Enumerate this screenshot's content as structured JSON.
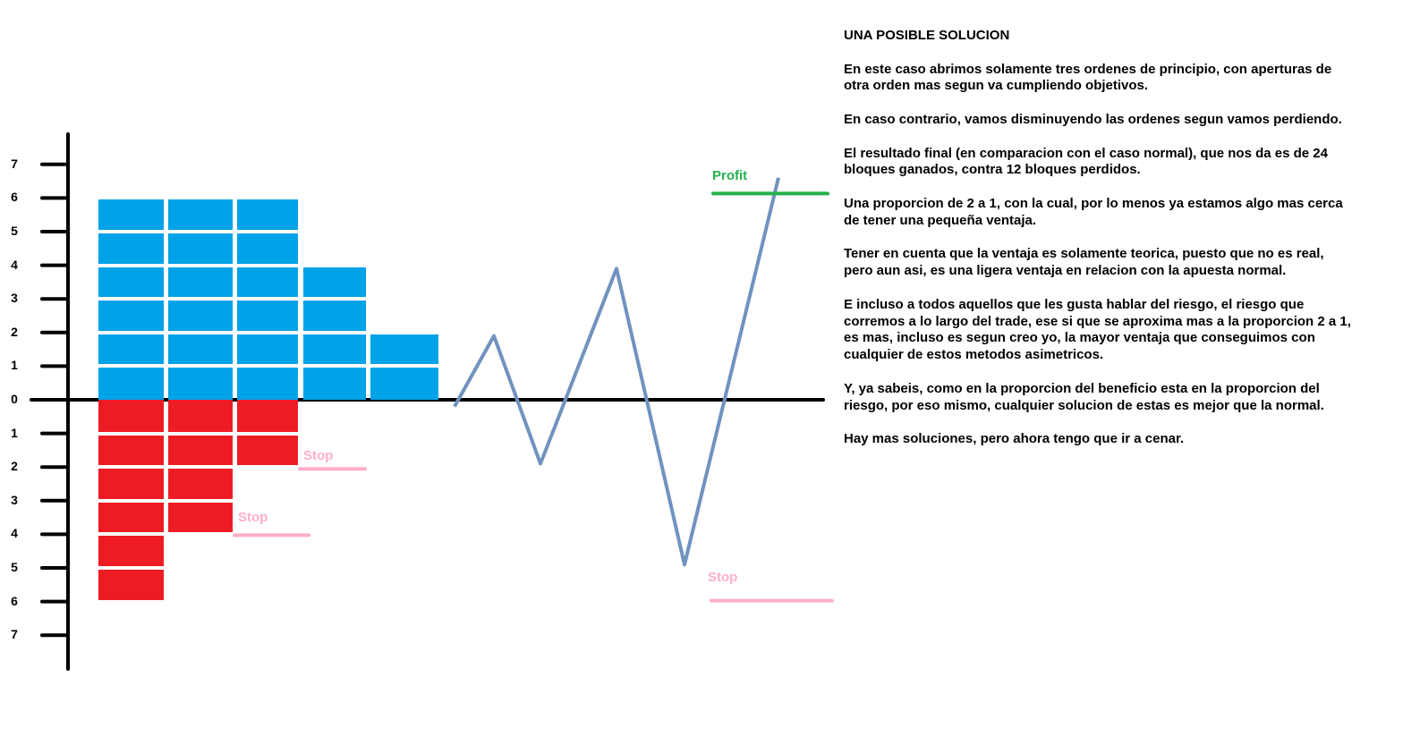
{
  "diagram": {
    "y_axis_labels_up": [
      "0",
      "1",
      "2",
      "3",
      "4",
      "5",
      "6",
      "7"
    ],
    "y_axis_labels_down": [
      "1",
      "2",
      "3",
      "4",
      "5",
      "6",
      "7"
    ],
    "columns": [
      {
        "blue_blocks": 6,
        "red_blocks": 6,
        "arrow_level": 0
      },
      {
        "blue_blocks": 6,
        "red_blocks": 4,
        "arrow_level": 0
      },
      {
        "blue_blocks": 6,
        "red_blocks": 2,
        "arrow_level": 0
      },
      {
        "blue_blocks": 4,
        "red_blocks": 0,
        "arrow_level": 2
      },
      {
        "blue_blocks": 2,
        "red_blocks": 0,
        "arrow_level": 4
      }
    ],
    "stops": [
      {
        "label": "Stop",
        "level": -2
      },
      {
        "label": "Stop",
        "level": -4
      }
    ],
    "price_path_levels": [
      -0.2,
      1.9,
      -1.9,
      3.9,
      -4.9,
      6.6
    ],
    "profit": {
      "label": "Profit",
      "level": 6
    },
    "path_stop": {
      "label": "Stop",
      "level": -6
    },
    "colors": {
      "win": "#00a2e8",
      "loss": "#ed1c24",
      "stop": "#ffaec9",
      "profit": "#22b14c",
      "path": "#7092be",
      "axis": "#000000"
    }
  },
  "text": {
    "title": "UNA POSIBLE SOLUCION",
    "paragraphs": [
      [
        "En este caso abrimos solamente tres ordenes de principio, con aperturas de",
        "otra orden mas segun va cumpliendo objetivos."
      ],
      [
        "En caso contrario, vamos disminuyendo las ordenes segun vamos perdiendo."
      ],
      [
        "El resultado final (en comparacion con el caso normal), que nos da es de 24",
        "bloques ganados, contra 12 bloques perdidos."
      ],
      [
        "Una proporcion de 2 a 1, con la cual, por lo menos ya estamos algo mas cerca",
        "de tener una pequeña ventaja."
      ],
      [
        "Tener en cuenta que la ventaja es solamente teorica, puesto que no es real,",
        "pero aun asi, es una ligera ventaja en relacion con la apuesta normal."
      ],
      [
        "E incluso a todos aquellos que les gusta hablar del riesgo, el riesgo que",
        "corremos a lo largo del trade, ese si que se aproxima mas a la proporcion 2 a 1,",
        "es mas, incluso es segun creo yo, la mayor ventaja que conseguimos con",
        "cualquier de estos metodos asimetricos."
      ],
      [
        "Y, ya sabeis, como en la proporcion del beneficio esta en la proporcion del",
        "riesgo, por eso mismo, cualquier solucion de estas es mejor que la normal."
      ],
      [
        "Hay mas soluciones, pero ahora tengo que ir a cenar."
      ]
    ]
  }
}
